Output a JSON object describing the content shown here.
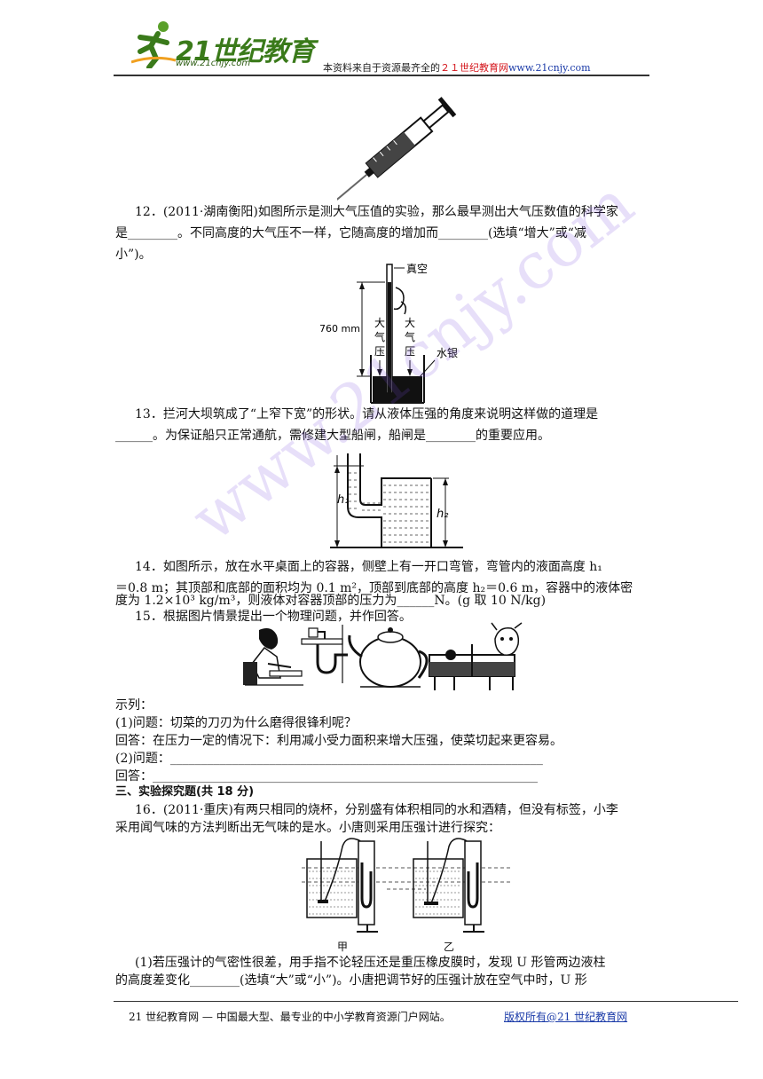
{
  "header": {
    "logo_text": "21世纪教育",
    "logo_url": "www.21cnjy.com",
    "note_prefix": "本资料来自于资源最齐全的",
    "note_brand": "２１世纪教育网",
    "note_url": "www.21cnjy.com"
  },
  "q12": {
    "line1": "12．(2011·湖南衡阳)如图所示是测大气压值的实验，那么最早测出大气压数值的科学家",
    "line2": "是________。不同高度的大气压不一样，它随高度的增加而________(选填“增大”或“减",
    "line3": "小”)。",
    "fig": {
      "vacuum": "真空",
      "height": "760 mm",
      "pressure_left": [
        "大",
        "气",
        "压"
      ],
      "pressure_right": [
        "大",
        "气",
        "压"
      ],
      "mercury": "水银"
    }
  },
  "q13": {
    "line1": "13．拦河大坝筑成了“上窄下宽”的形状。请从液体压强的角度来说明这样做的道理是",
    "line2": "______。为保证船只正常通航，需修建大型船闸，船闸是________的重要应用。"
  },
  "q14": {
    "line1": "14．如图所示，放在水平桌面上的容器，侧壁上有一开口弯管，弯管内的液面高度  h₁",
    "line2": "＝0.8 m；其顶部和底部的面积均为 0.1 m²，顶部到底部的高度 h₂＝0.6 m，容器中的液体密",
    "line3": "度为 1.2×10³ kg/m³，则液体对容器顶部的压力为______N。(g 取 10 N/kg)",
    "fig": {
      "h1": "h₁",
      "h2": "h₂"
    }
  },
  "q15": {
    "line1": "15．根据图片情景提出一个物理问题，并作回答。",
    "example_label": "示列：",
    "ex_q": "(1)问题：切菜的刀刃为什么磨得很锋利呢？",
    "ex_a": "回答：在压力一定的情况下：利用减小受力面积来增大压强，使菜切起来更容易。",
    "q2": "(2)问题：____________________________________________________________",
    "a2": "回答：______________________________________________________________"
  },
  "section3": {
    "title": "三、实验探究题(共 18 分)"
  },
  "q16": {
    "line1": "16．(2011·重庆)有两只相同的烧杯，分别盛有体积相同的水和酒精，但没有标签，小李",
    "line2": "采用闻气味的方法判断出无气味的是水。小唐则采用压强计进行探究：",
    "fig": {
      "left_label": "甲",
      "right_label": "乙"
    },
    "sub1_line1": "(1)若压强计的气密性很差，用手指不论轻压还是重压橡皮膜时，发现 U 形管两边液柱",
    "sub1_line2": "的高度差变化________(选填“大”或“小”)。小唐把调节好的压强计放在空气中时，U 形"
  },
  "footer": {
    "left": "21 世纪教育网  —  中国最大型、最专业的中小学教育资源门户网站。",
    "right": "版权所有@21 世纪教育网"
  },
  "watermark": "www.21cnjy.com",
  "colors": {
    "logo_green": "#3a7a1a",
    "brand_red": "#d4141b",
    "link_blue": "#1a3aa8",
    "watermark": "#7850dc"
  }
}
